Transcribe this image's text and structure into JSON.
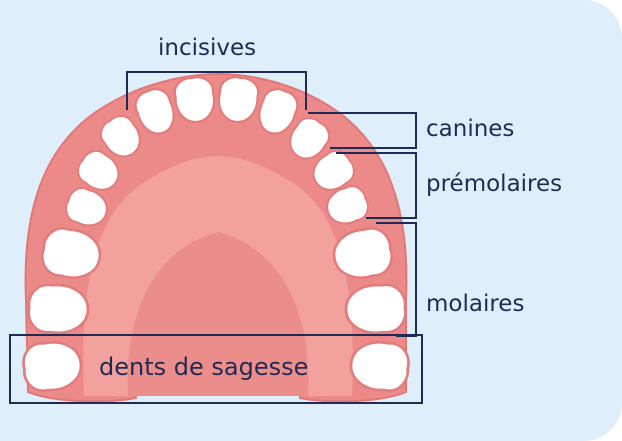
{
  "labels": {
    "incisives": "incisives",
    "canines": "canines",
    "premolaires": "prémolaires",
    "molaires": "molaires",
    "dents_de_sagesse": "dents de sagesse"
  },
  "colors": {
    "background": "#deeefa",
    "gum": "#ec8a8a",
    "gum_outline": "#e07878",
    "palate": "#f2a19c",
    "palate_center": "#eb8d8a",
    "tooth": "#ffffff",
    "tooth_shade": "#eef0f4",
    "bracket": "#1f2a55",
    "label_text": "#1f2a55"
  }
}
